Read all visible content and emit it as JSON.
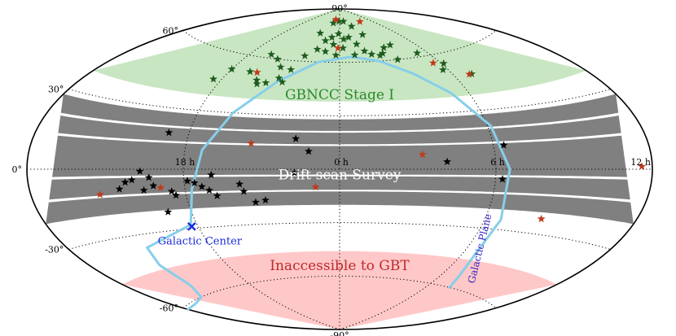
{
  "chart_data": {
    "type": "scatter",
    "projection": "aitoff",
    "lat_ticks": [
      {
        "value": 90,
        "label": "90°"
      },
      {
        "value": 60,
        "label": "60°"
      },
      {
        "value": 30,
        "label": "30°"
      },
      {
        "value": 0,
        "label": "0°"
      },
      {
        "value": -30,
        "label": "-30°"
      },
      {
        "value": -60,
        "label": "-60°"
      },
      {
        "value": -90,
        "label": "-90°"
      }
    ],
    "ra_ticks": [
      {
        "lon": -90,
        "label": "18 h"
      },
      {
        "lon": 0,
        "label": "0 h"
      },
      {
        "lon": 90,
        "label": "6 h"
      },
      {
        "lon": 180,
        "label": "12 h"
      }
    ],
    "grid": true,
    "regions": [
      {
        "label": "GBNCC Stage I",
        "lat_min": 38,
        "lat_max": 90,
        "fill": "#c9e6c2",
        "text_color": "#2a8a2a",
        "label_pos": [
          0,
          42
        ]
      },
      {
        "label": "Drift-scan Survey",
        "lat_min": -20,
        "lat_max": 28,
        "fill": "#808080",
        "text_color": "#ffffff",
        "label_pos": [
          0,
          -3
        ]
      },
      {
        "label": "Inaccessible to GBT",
        "lat_min": -90,
        "lat_max": -46,
        "fill": "#ffc8c8",
        "text_color": "#c0282a",
        "label_pos": [
          0,
          -54
        ]
      }
    ],
    "galactic_plane": {
      "label": "Galactic Plane",
      "color": "#87ceeb",
      "text_color": "#3020c0",
      "points": [
        [
          -180,
          -61
        ],
        [
          -164,
          -61
        ],
        [
          -148,
          -60
        ],
        [
          -138,
          -55
        ],
        [
          -137,
          -44
        ],
        [
          -132,
          -36
        ],
        [
          -94,
          -28
        ],
        [
          -86,
          -10
        ],
        [
          -80,
          10
        ],
        [
          -68,
          30
        ],
        [
          -48,
          48
        ],
        [
          -20,
          60
        ],
        [
          12,
          63
        ],
        [
          38,
          60
        ],
        [
          60,
          52
        ],
        [
          78,
          40
        ],
        [
          92,
          22
        ],
        [
          98,
          0
        ],
        [
          100,
          -25
        ],
        [
          100,
          -46
        ],
        [
          105,
          -54
        ],
        [
          111,
          -60
        ]
      ]
    },
    "galactic_center": {
      "label": "Galactic Center",
      "lon": -94,
      "lat": -28.9,
      "color": "#1a2adc"
    },
    "series": [
      {
        "marker": "star",
        "color": "#1e5c1e",
        "points": [
          [
            -18,
            82
          ],
          [
            -2,
            83
          ],
          [
            12,
            83
          ],
          [
            28,
            80
          ],
          [
            38,
            75
          ],
          [
            -2,
            76
          ],
          [
            -12,
            74
          ],
          [
            6,
            73
          ],
          [
            14,
            74
          ],
          [
            22,
            70
          ],
          [
            -34,
            76
          ],
          [
            -20,
            72
          ],
          [
            -26,
            67
          ],
          [
            -16,
            66
          ],
          [
            -8,
            70
          ],
          [
            -4,
            64
          ],
          [
            4,
            68
          ],
          [
            16,
            64
          ],
          [
            28,
            66
          ],
          [
            34,
            64
          ],
          [
            42,
            63
          ],
          [
            52,
            67
          ],
          [
            62,
            68
          ],
          [
            56,
            60
          ],
          [
            80,
            62
          ],
          [
            92,
            55
          ],
          [
            -90,
            52
          ],
          [
            -70,
            62
          ],
          [
            -60,
            60
          ],
          [
            -52,
            56
          ],
          [
            -42,
            55
          ],
          [
            -48,
            50
          ],
          [
            -56,
            47
          ],
          [
            -64,
            48
          ],
          [
            -96,
            46
          ],
          [
            -74,
            52
          ],
          [
            -36,
            63
          ],
          [
            -44,
            48
          ],
          [
            104,
            48
          ],
          [
            86,
            52
          ],
          [
            46,
            64
          ],
          [
            -62,
            46
          ]
        ]
      },
      {
        "marker": "star",
        "color": "#c03a1a",
        "points": [
          [
            -14,
            84
          ],
          [
            -2,
            68
          ],
          [
            60,
            82
          ],
          [
            -68,
            52
          ],
          [
            84,
            56
          ],
          [
            102,
            48
          ],
          [
            -52,
            14
          ],
          [
            48,
            8
          ],
          [
            -104,
            -9
          ],
          [
            -140,
            -11
          ],
          [
            -14,
            -10
          ],
          [
            174,
            1
          ],
          [
            124,
            -23
          ]
        ]
      },
      {
        "marker": "star",
        "color": "#000000",
        "points": [
          [
            -102,
            18
          ],
          [
            -26,
            17
          ],
          [
            -18,
            10
          ],
          [
            62,
            4
          ],
          [
            96,
            12
          ],
          [
            -115,
            -1
          ],
          [
            -110,
            -4
          ],
          [
            -120,
            -5
          ],
          [
            -108,
            -8
          ],
          [
            -114,
            -10
          ],
          [
            -98,
            -11
          ],
          [
            -96,
            -13
          ],
          [
            -88,
            -6
          ],
          [
            -84,
            -7
          ],
          [
            -80,
            -9
          ],
          [
            -76,
            -11
          ],
          [
            -72,
            -14
          ],
          [
            -58,
            -8
          ],
          [
            -56,
            -12
          ],
          [
            -50,
            -18
          ],
          [
            -44,
            -17
          ],
          [
            -26,
            -2
          ],
          [
            -74,
            -3
          ],
          [
            -124,
            -6
          ],
          [
            -128,
            -9
          ],
          [
            -104,
            -21
          ],
          [
            94,
            -5
          ]
        ]
      }
    ]
  }
}
